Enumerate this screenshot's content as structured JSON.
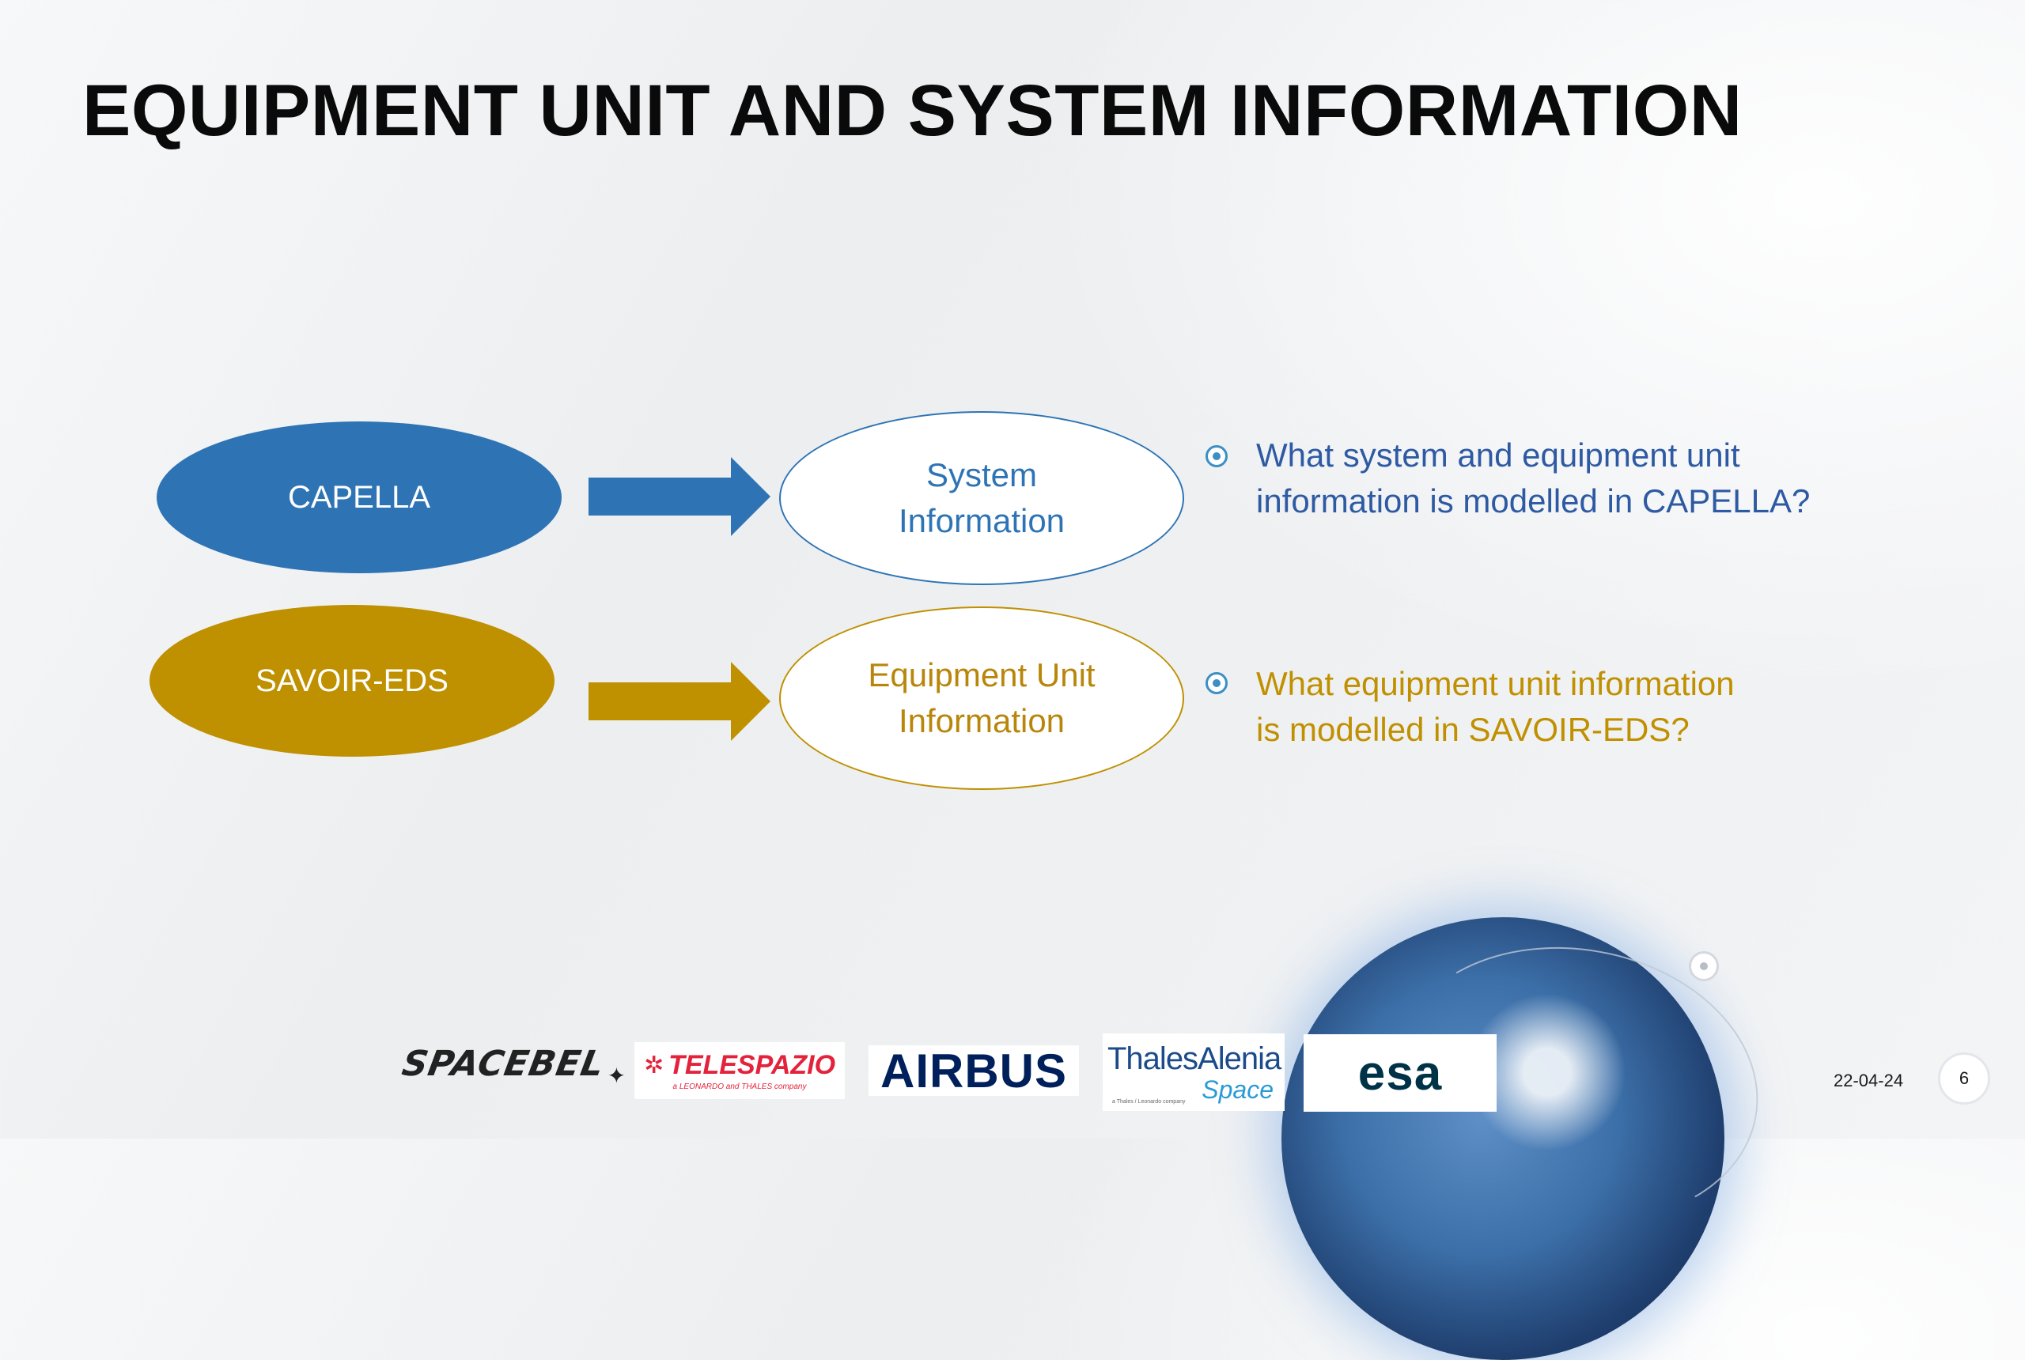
{
  "slide": {
    "title": "EQUIPMENT UNIT AND SYSTEM INFORMATION",
    "sources": {
      "capella": "CAPELLA",
      "savoir": "SAVOIR-EDS"
    },
    "targets": {
      "system": [
        "System",
        "Information"
      ],
      "equipment": [
        "Equipment Unit",
        "Information"
      ]
    },
    "questions": [
      [
        "What system and equipment unit",
        "information is modelled in CAPELLA?"
      ],
      [
        "What equipment unit information",
        "is modelled in SAVOIR-EDS?"
      ]
    ],
    "colors": {
      "capella_blue": "#2e74b5",
      "savoir_gold": "#bf9000"
    }
  },
  "footer": {
    "logos": {
      "spacebel": "SPACEBEL",
      "telespazio": "TELESPAZIO",
      "telespazio_sub": "a LEONARDO and THALES company",
      "airbus": "AIRBUS",
      "thales_1": "ThalesAlenia",
      "thales_2": "Space",
      "thales_tiny": "a Thales / Leonardo company",
      "esa": "esa"
    },
    "date": "22-04-24",
    "page_number": "6"
  }
}
